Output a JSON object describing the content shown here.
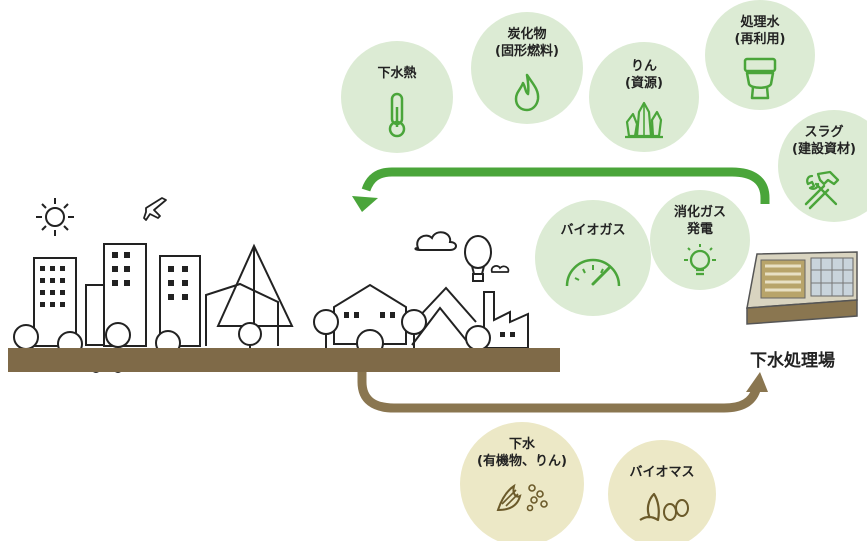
{
  "resources": [
    {
      "id": "heat",
      "lines": [
        "下水熱"
      ],
      "icon": "thermometer-icon"
    },
    {
      "id": "char",
      "lines": [
        "炭化物",
        "(固形燃料)"
      ],
      "icon": "flame-icon"
    },
    {
      "id": "phos",
      "lines": [
        "りん",
        "(資源)"
      ],
      "icon": "crystal-icon"
    },
    {
      "id": "water",
      "lines": [
        "処理水",
        "(再利用)"
      ],
      "icon": "toilet-icon"
    },
    {
      "id": "slag",
      "lines": [
        "スラグ",
        "(建設資材)"
      ],
      "icon": "hammer-wrench-icon"
    },
    {
      "id": "biogas",
      "lines": [
        "バイオガス"
      ],
      "icon": "gauge-icon"
    },
    {
      "id": "power",
      "lines": [
        "消化ガス",
        "発電"
      ],
      "icon": "lightbulb-icon"
    }
  ],
  "inputs": [
    {
      "id": "sewage",
      "lines": [
        "下水",
        "(有機物、りん)"
      ],
      "icon": "waste-icon"
    },
    {
      "id": "biomass",
      "lines": [
        "バイオマス"
      ],
      "icon": "leaf-bean-icon"
    }
  ],
  "plant": {
    "label": "下水処理場",
    "icon": "treatment-plant-icon"
  },
  "colors": {
    "bubble_green": "#dcebd4",
    "bubble_tan": "#ece8c6",
    "arrow_green": "#4aa53a",
    "arrow_brown": "#8a7650",
    "ground": "#7f6a48"
  }
}
